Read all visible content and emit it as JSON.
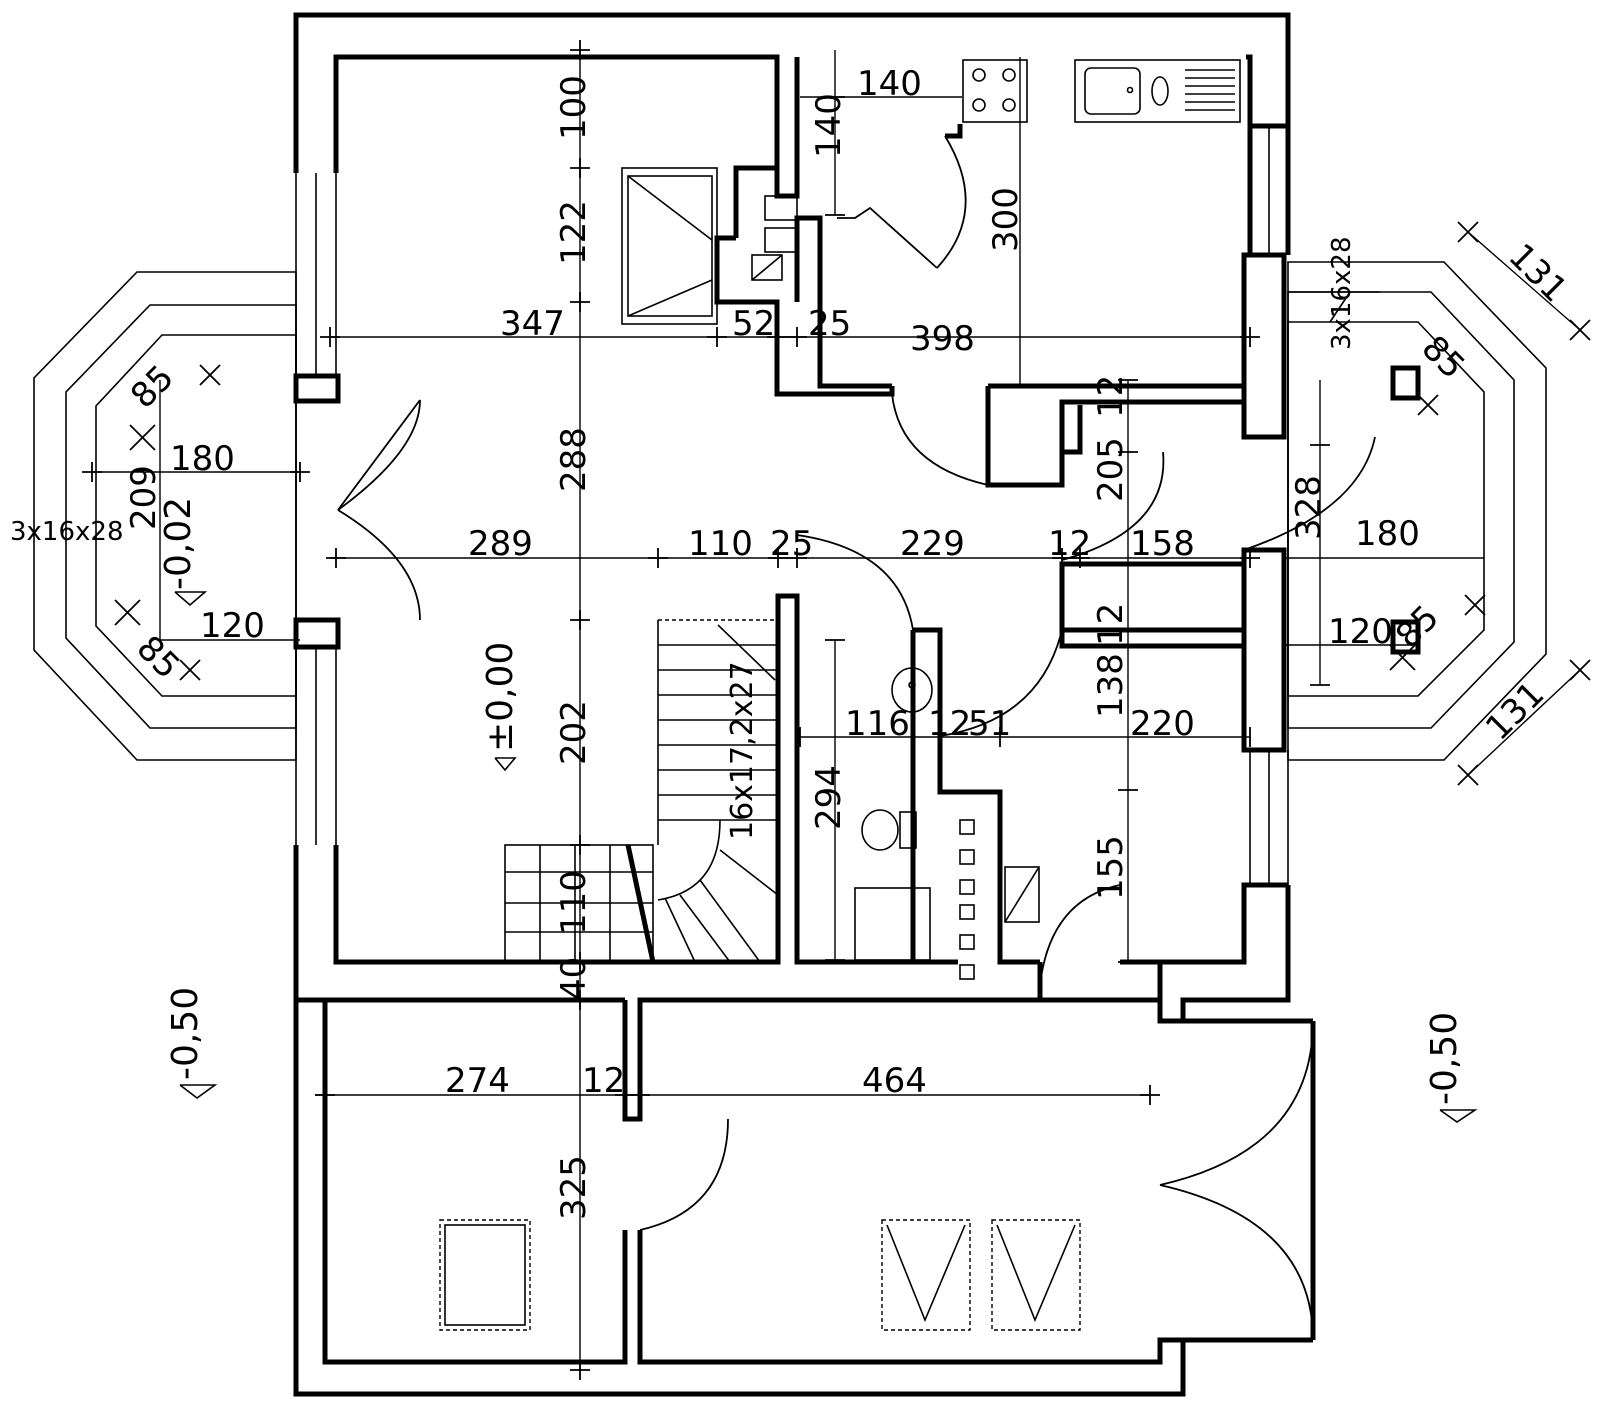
{
  "colors": {
    "ink": "#000000",
    "paper": "#ffffff"
  },
  "dimensions": {
    "top_left_100": "100",
    "top_left_122": "122",
    "kitchen_140_h": "140",
    "kitchen_140_v": "140",
    "kitchen_300": "300",
    "row1_347": "347",
    "row1_52": "52",
    "row1_25": "25",
    "row1_398": "398",
    "hall_288": "288",
    "row2_289": "289",
    "row2_110": "110",
    "row2_25": "25",
    "row2_229": "229",
    "row2_12": "12",
    "row2_158": "158",
    "right_12_top": "12",
    "right_205": "205",
    "right_12_mid": "12",
    "right_138": "138",
    "right_155": "155",
    "stair_202": "202",
    "stair_110": "110",
    "stair_40": "40",
    "bath_294": "294",
    "bath_116": "116",
    "bath_12": "12",
    "bath_51": "51",
    "bath_220": "220",
    "left_bay_180": "180",
    "left_bay_209": "209",
    "left_bay_120": "120",
    "left_bay_85_top": "85",
    "left_bay_85_bot": "85",
    "right_bay_180": "180",
    "right_bay_328": "328",
    "right_bay_120": "120",
    "right_bay_85_top": "85",
    "right_bay_85_bot": "85",
    "right_bay_131_top": "131",
    "right_bay_131_bot": "131",
    "garage_274": "274",
    "garage_12": "12",
    "garage_464": "464",
    "garage_325": "325"
  },
  "levels": {
    "main": "±0,00",
    "left_bay": "-0,02",
    "outside_left": "-0,50",
    "outside_right": "-0,50"
  },
  "annotations": {
    "stairs": "16x17,2x27",
    "left_steps": "3x16x28",
    "right_steps": "3x16x28"
  }
}
